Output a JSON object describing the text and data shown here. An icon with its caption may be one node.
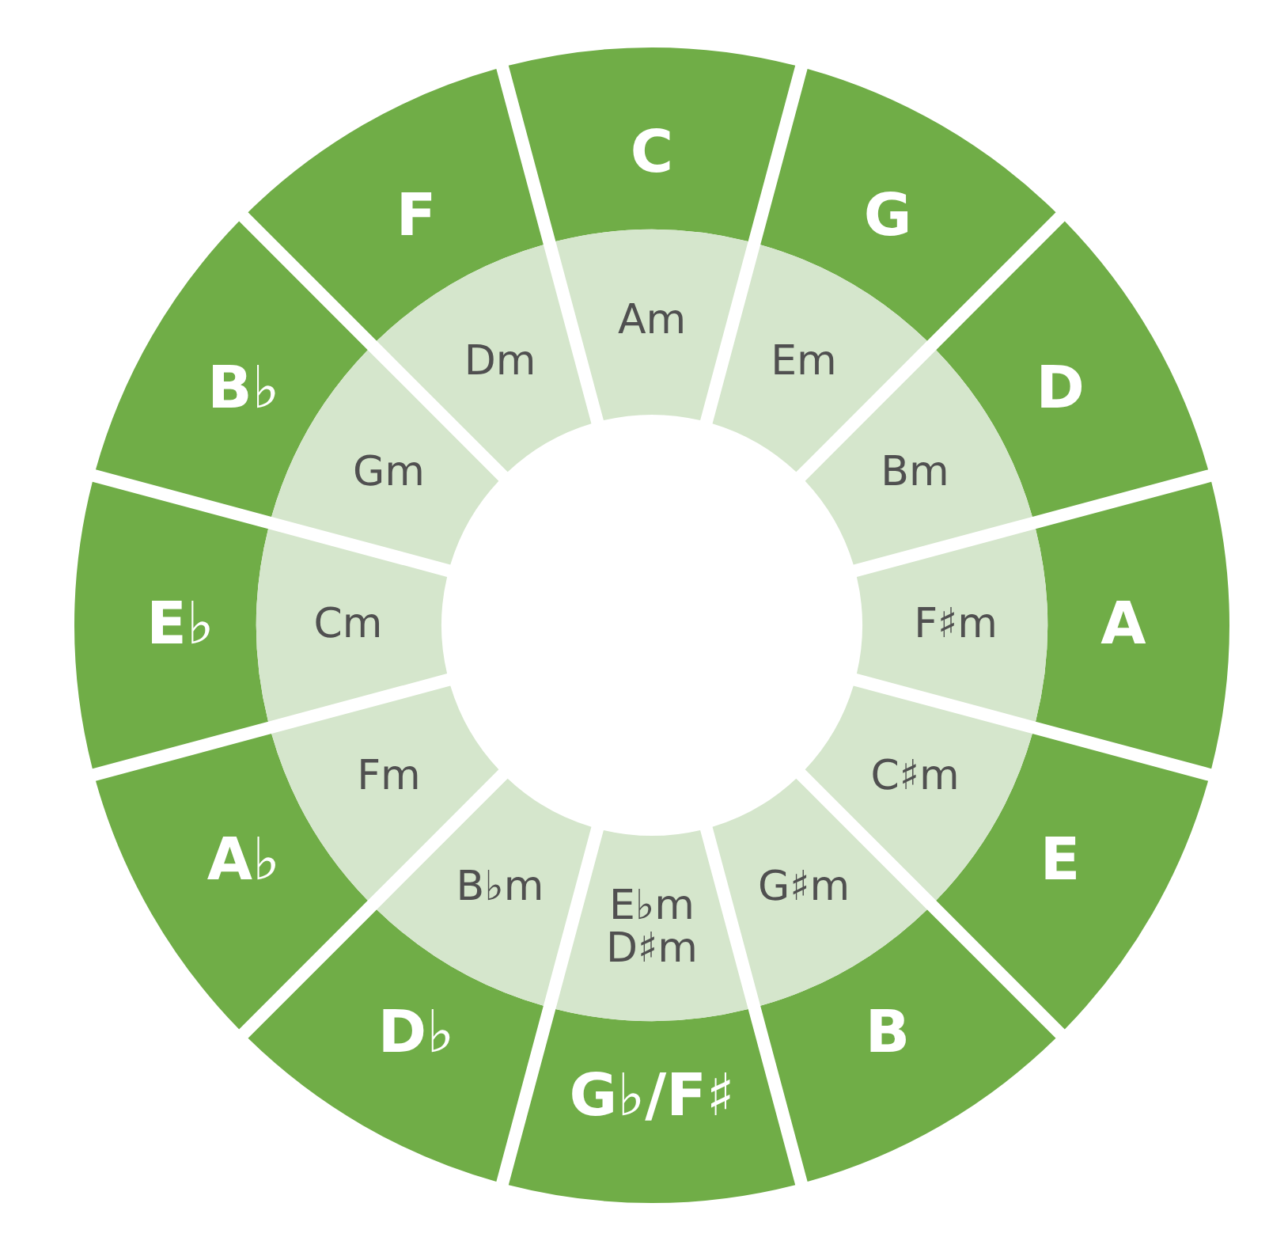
{
  "diagram": {
    "nodes": [
      {
        "text": [
          "C"
        ]
      },
      {
        "text": [
          "G"
        ]
      },
      {
        "text": [
          "D"
        ]
      },
      {
        "text": [
          "A"
        ]
      },
      {
        "text": [
          "E"
        ]
      },
      {
        "text": [
          "B"
        ]
      },
      {
        "text": [
          "G♭/F♯"
        ]
      },
      {
        "text": [
          "D♭"
        ]
      },
      {
        "text": [
          "A♭"
        ]
      },
      {
        "text": [
          "E♭"
        ]
      },
      {
        "text": [
          "B♭"
        ]
      },
      {
        "text": [
          "F"
        ]
      },
      {
        "text": [
          "Am"
        ]
      },
      {
        "text": [
          "Em"
        ]
      },
      {
        "text": [
          "Bm"
        ]
      },
      {
        "text": [
          "F♯m"
        ]
      },
      {
        "text": [
          "C♯m"
        ]
      },
      {
        "text": [
          "G♯m"
        ]
      },
      {
        "text": [
          "E♭m",
          "D♯m"
        ]
      },
      {
        "text": [
          "B♭m"
        ]
      },
      {
        "text": [
          "Fm"
        ]
      },
      {
        "text": [
          "Cm"
        ]
      },
      {
        "text": [
          "Gm"
        ]
      },
      {
        "text": [
          "Dm"
        ]
      }
    ]
  }
}
